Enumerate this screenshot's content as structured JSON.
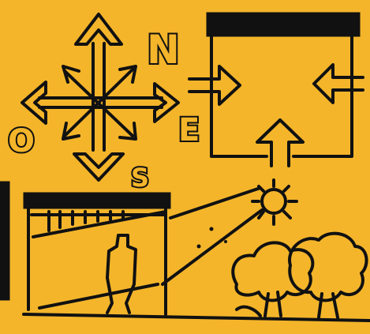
{
  "illustration": {
    "compass": {
      "letters": {
        "north": "N",
        "east": "E",
        "south": "S",
        "west": "O"
      }
    }
  },
  "palette": {
    "background": "#f4b52a",
    "ink": "#111111"
  },
  "icons": [
    "compass-rose-icon",
    "room-airflow-diagram",
    "sun-icon",
    "person-silhouette",
    "tree-icon"
  ]
}
